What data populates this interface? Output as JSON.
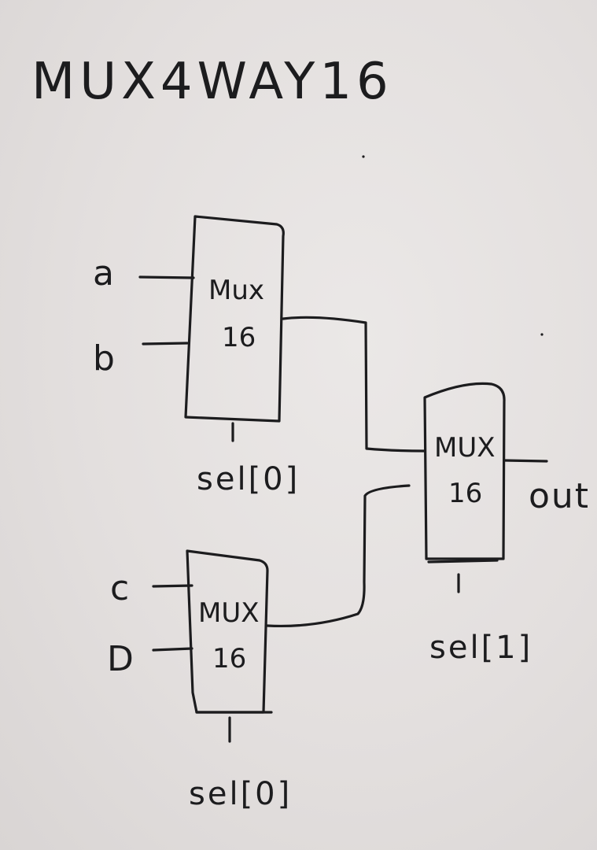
{
  "title": "MUX4WAY16",
  "inputs": {
    "a": "a",
    "b": "b",
    "c": "c",
    "d": "D"
  },
  "mux_top": {
    "line1": "Mux",
    "line2": "16",
    "sel": "sel[0]"
  },
  "mux_bottom": {
    "line1": "MUX",
    "line2": "16",
    "sel": "sel[0]"
  },
  "mux_right": {
    "line1": "MUX",
    "line2": "16",
    "sel": "sel[1]"
  },
  "output": "out",
  "colors": {
    "ink": "#1c1c1e",
    "paper": "#e4e0df"
  }
}
